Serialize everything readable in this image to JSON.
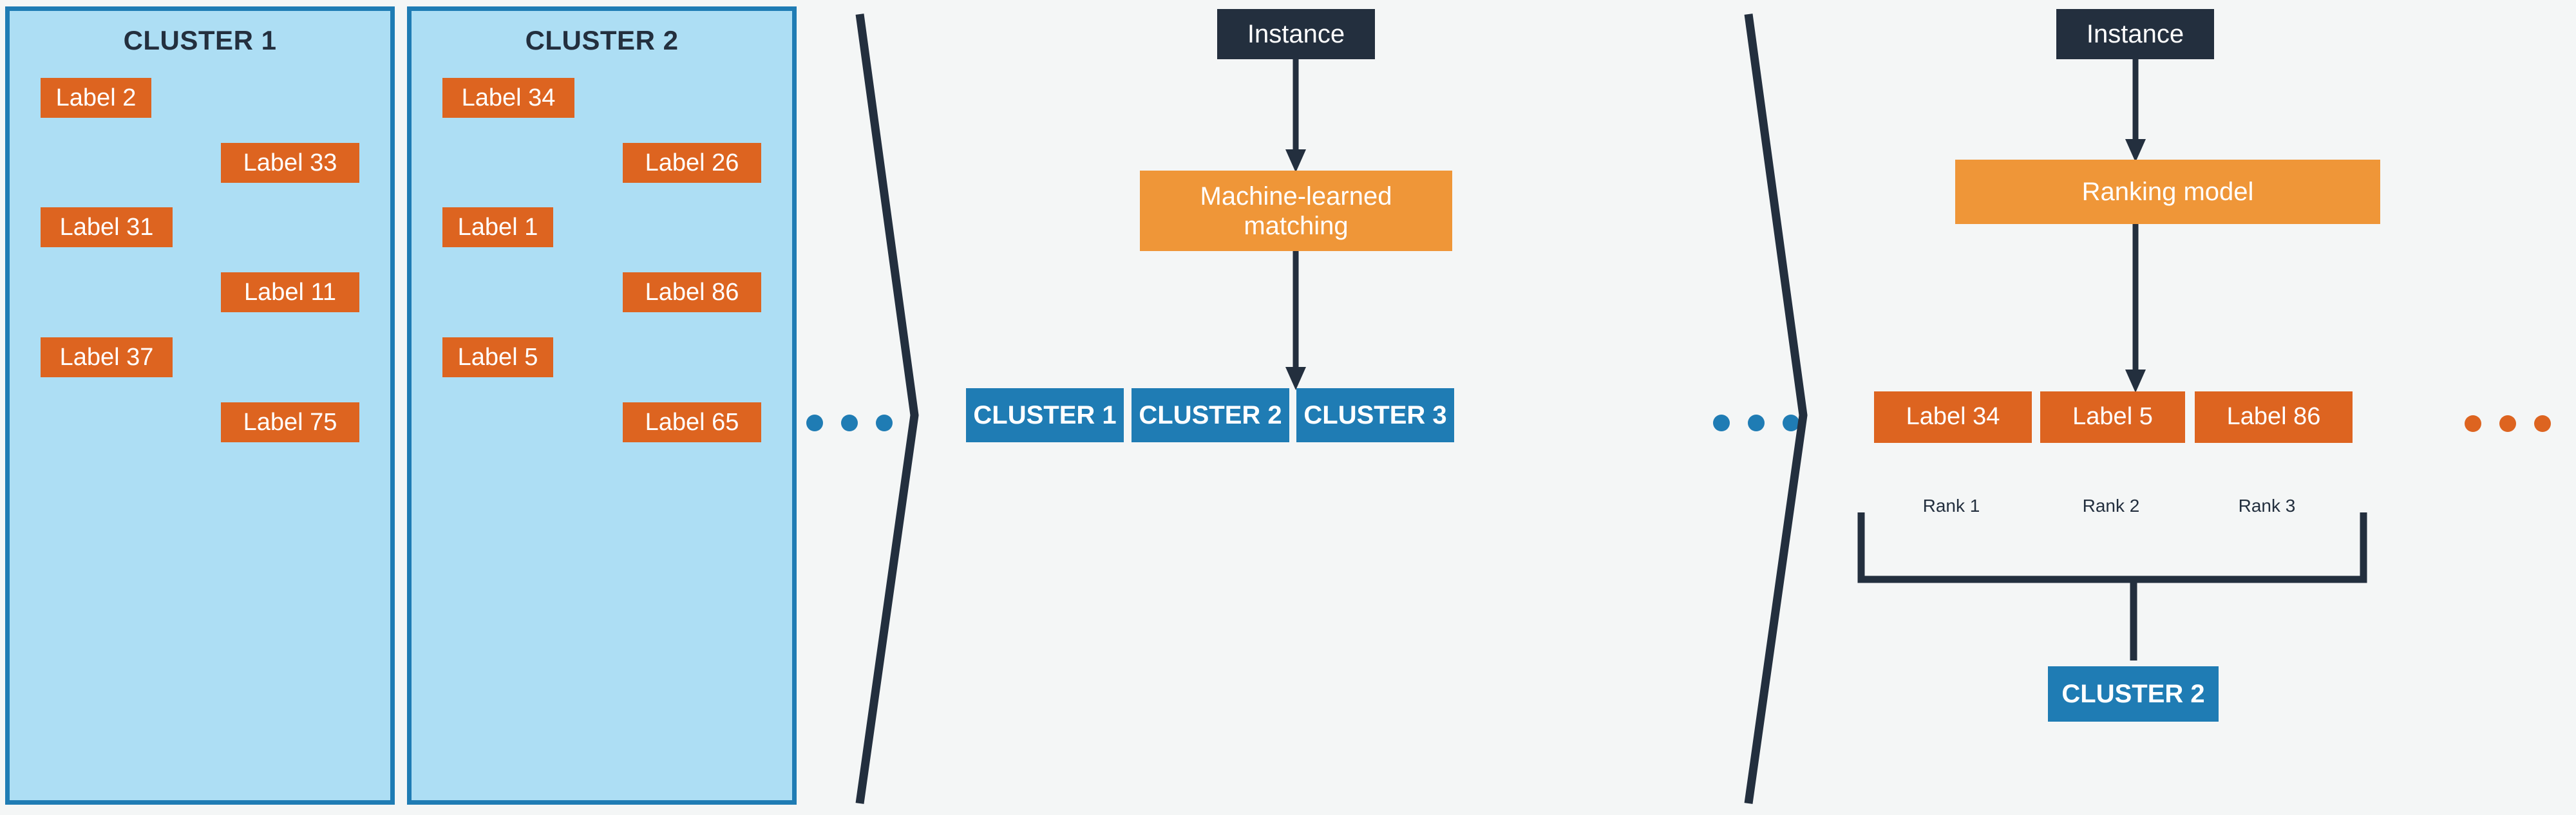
{
  "colors": {
    "background": "#f4f6f6",
    "panel_fill": "#addef4",
    "panel_border": "#1f7cb4",
    "label_chip": "#dd6420",
    "cluster_chip": "#1f7cb4",
    "model_box": "#ef9638",
    "instance_box": "#232f3e",
    "line": "#232f3e"
  },
  "left_section": {
    "panels": [
      {
        "title": "CLUSTER 1",
        "labels": [
          {
            "text": "Label 2",
            "align": "left"
          },
          {
            "text": "Label 33",
            "align": "right"
          },
          {
            "text": "Label 31",
            "align": "left"
          },
          {
            "text": "Label 11",
            "align": "right"
          },
          {
            "text": "Label 37",
            "align": "left"
          },
          {
            "text": "Label 75",
            "align": "right"
          }
        ]
      },
      {
        "title": "CLUSTER 2",
        "labels": [
          {
            "text": "Label 34",
            "align": "left"
          },
          {
            "text": "Label 26",
            "align": "right"
          },
          {
            "text": "Label 1",
            "align": "left"
          },
          {
            "text": "Label 86",
            "align": "right"
          },
          {
            "text": "Label 5",
            "align": "left"
          },
          {
            "text": "Label 65",
            "align": "right"
          }
        ]
      }
    ]
  },
  "middle_section": {
    "instance_label": "Instance",
    "model_label": "Machine-learned matching",
    "cluster_results": [
      "CLUSTER 1",
      "CLUSTER 2",
      "CLUSTER 3"
    ],
    "ellipsis_dot_count": 3
  },
  "right_section": {
    "instance_label": "Instance",
    "model_label": "Ranking model",
    "ranked_labels": [
      "Label 34",
      "Label 5",
      "Label 86"
    ],
    "rank_captions": [
      "Rank 1",
      "Rank 2",
      "Rank 3"
    ],
    "final_result": "CLUSTER 2",
    "ellipsis_dot_count": 3
  }
}
